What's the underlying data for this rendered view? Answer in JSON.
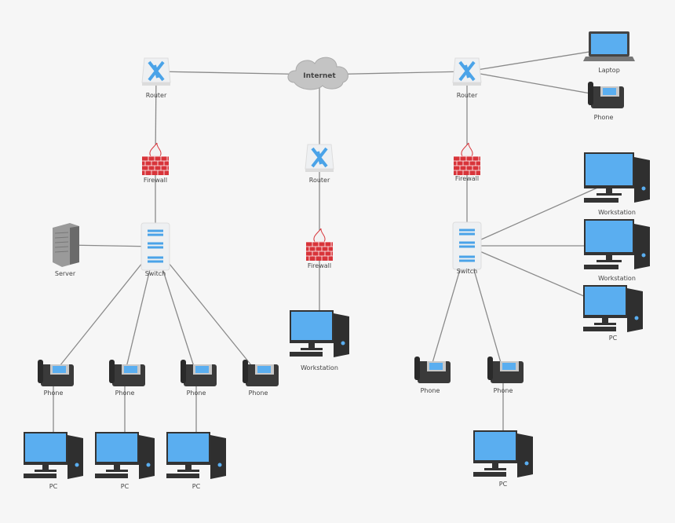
{
  "diagram": {
    "nodes": [
      {
        "id": "internet",
        "type": "cloud",
        "label": "Internet"
      },
      {
        "id": "router-left",
        "type": "router",
        "label": "Router"
      },
      {
        "id": "router-center",
        "type": "router",
        "label": "Router"
      },
      {
        "id": "router-right",
        "type": "router",
        "label": "Router"
      },
      {
        "id": "laptop",
        "type": "laptop",
        "label": "Laptop"
      },
      {
        "id": "phone-top-right",
        "type": "phone",
        "label": "Phone"
      },
      {
        "id": "firewall-left",
        "type": "firewall",
        "label": "Firewall"
      },
      {
        "id": "firewall-center",
        "type": "firewall",
        "label": "Firewall"
      },
      {
        "id": "firewall-right",
        "type": "firewall",
        "label": "Firewall"
      },
      {
        "id": "switch-left",
        "type": "switch",
        "label": "Switch"
      },
      {
        "id": "switch-right",
        "type": "switch",
        "label": "Switch"
      },
      {
        "id": "server",
        "type": "server",
        "label": "Server"
      },
      {
        "id": "workstation-center",
        "type": "pc",
        "label": "Workstation"
      },
      {
        "id": "workstation-right-1",
        "type": "workstation",
        "label": "Workstation"
      },
      {
        "id": "workstation-right-2",
        "type": "workstation",
        "label": "Workstation"
      },
      {
        "id": "pc-right-top",
        "type": "pc",
        "label": "PC"
      },
      {
        "id": "phone-left-1",
        "type": "phone",
        "label": "Phone"
      },
      {
        "id": "phone-left-2",
        "type": "phone",
        "label": "Phone"
      },
      {
        "id": "phone-left-3",
        "type": "phone",
        "label": "Phone"
      },
      {
        "id": "phone-left-4",
        "type": "phone",
        "label": "Phone"
      },
      {
        "id": "pc-left-1",
        "type": "pc",
        "label": "PC"
      },
      {
        "id": "pc-left-2",
        "type": "pc",
        "label": "PC"
      },
      {
        "id": "pc-left-3",
        "type": "pc",
        "label": "PC"
      },
      {
        "id": "phone-right-1",
        "type": "phone",
        "label": "Phone"
      },
      {
        "id": "phone-right-2",
        "type": "phone",
        "label": "Phone"
      },
      {
        "id": "pc-right-bottom",
        "type": "pc",
        "label": "PC"
      }
    ],
    "edges": [
      [
        "router-left",
        "internet"
      ],
      [
        "internet",
        "router-right"
      ],
      [
        "internet",
        "router-center"
      ],
      [
        "router-left",
        "firewall-left"
      ],
      [
        "firewall-left",
        "switch-left"
      ],
      [
        "switch-left",
        "server"
      ],
      [
        "switch-left",
        "phone-left-1"
      ],
      [
        "switch-left",
        "phone-left-2"
      ],
      [
        "switch-left",
        "phone-left-3"
      ],
      [
        "switch-left",
        "phone-left-4"
      ],
      [
        "phone-left-1",
        "pc-left-1"
      ],
      [
        "phone-left-2",
        "pc-left-2"
      ],
      [
        "phone-left-3",
        "pc-left-3"
      ],
      [
        "router-center",
        "firewall-center"
      ],
      [
        "firewall-center",
        "workstation-center"
      ],
      [
        "router-right",
        "laptop"
      ],
      [
        "router-right",
        "phone-top-right"
      ],
      [
        "router-right",
        "firewall-right"
      ],
      [
        "firewall-right",
        "switch-right"
      ],
      [
        "switch-right",
        "workstation-right-1"
      ],
      [
        "switch-right",
        "workstation-right-2"
      ],
      [
        "switch-right",
        "pc-right-top"
      ],
      [
        "switch-right",
        "phone-right-1"
      ],
      [
        "switch-right",
        "phone-right-2"
      ],
      [
        "phone-right-2",
        "pc-right-bottom"
      ]
    ],
    "colors": {
      "line": "#8a8a8a",
      "router": "#4aa3e8",
      "firewall": "#d8343a",
      "screen": "#5aaef0",
      "device": "#2f2f2f",
      "cloud": "#c4c4c4"
    }
  }
}
